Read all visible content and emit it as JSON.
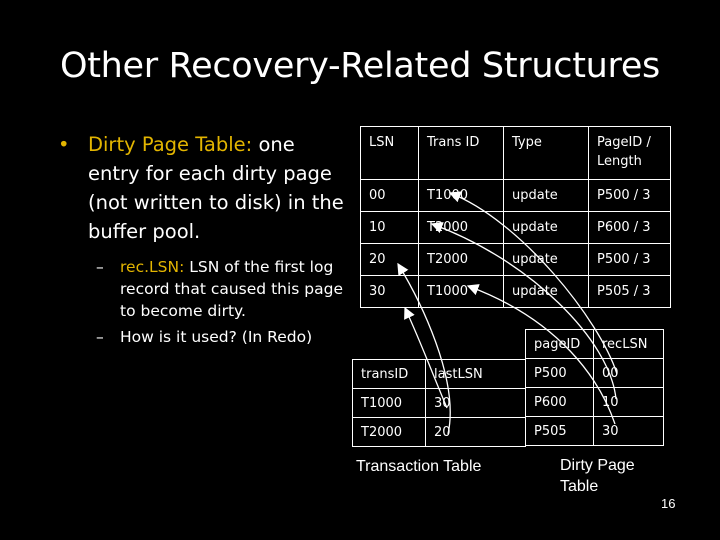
{
  "title": "Other Recovery-Related Structures",
  "bullets": {
    "main_highlight": "Dirty Page Table:",
    "main_text": " one entry for each dirty page (not written to disk) in the buffer pool.",
    "sub1_highlight": "rec.LSN:",
    "sub1_text": " LSN of the first log record that caused this page to become dirty.",
    "sub2_text": "How is it used? (In Redo)"
  },
  "log_table": {
    "headers": [
      "LSN",
      "Trans ID",
      "Type",
      "PageID / Length"
    ],
    "rows": [
      [
        "00",
        "T1000",
        "update",
        "P500 / 3"
      ],
      [
        "10",
        "T2000",
        "update",
        "P600 / 3"
      ],
      [
        "20",
        "T2000",
        "update",
        "P500 / 3"
      ],
      [
        "30",
        "T1000",
        "update",
        "P505 / 3"
      ]
    ]
  },
  "transaction_table": {
    "caption": "Transaction Table",
    "headers": [
      "transID",
      "lastLSN"
    ],
    "rows": [
      [
        "T1000",
        "30"
      ],
      [
        "T2000",
        "20"
      ]
    ]
  },
  "dirty_page_table": {
    "caption": "Dirty Page Table",
    "headers": [
      "pageID",
      "recLSN"
    ],
    "rows": [
      [
        "P500",
        "00"
      ],
      [
        "P600",
        "10"
      ],
      [
        "P505",
        "30"
      ]
    ]
  },
  "page_number": "16",
  "colors": {
    "background": "#000000",
    "text": "#ffffff",
    "highlight": "#e3b500"
  }
}
